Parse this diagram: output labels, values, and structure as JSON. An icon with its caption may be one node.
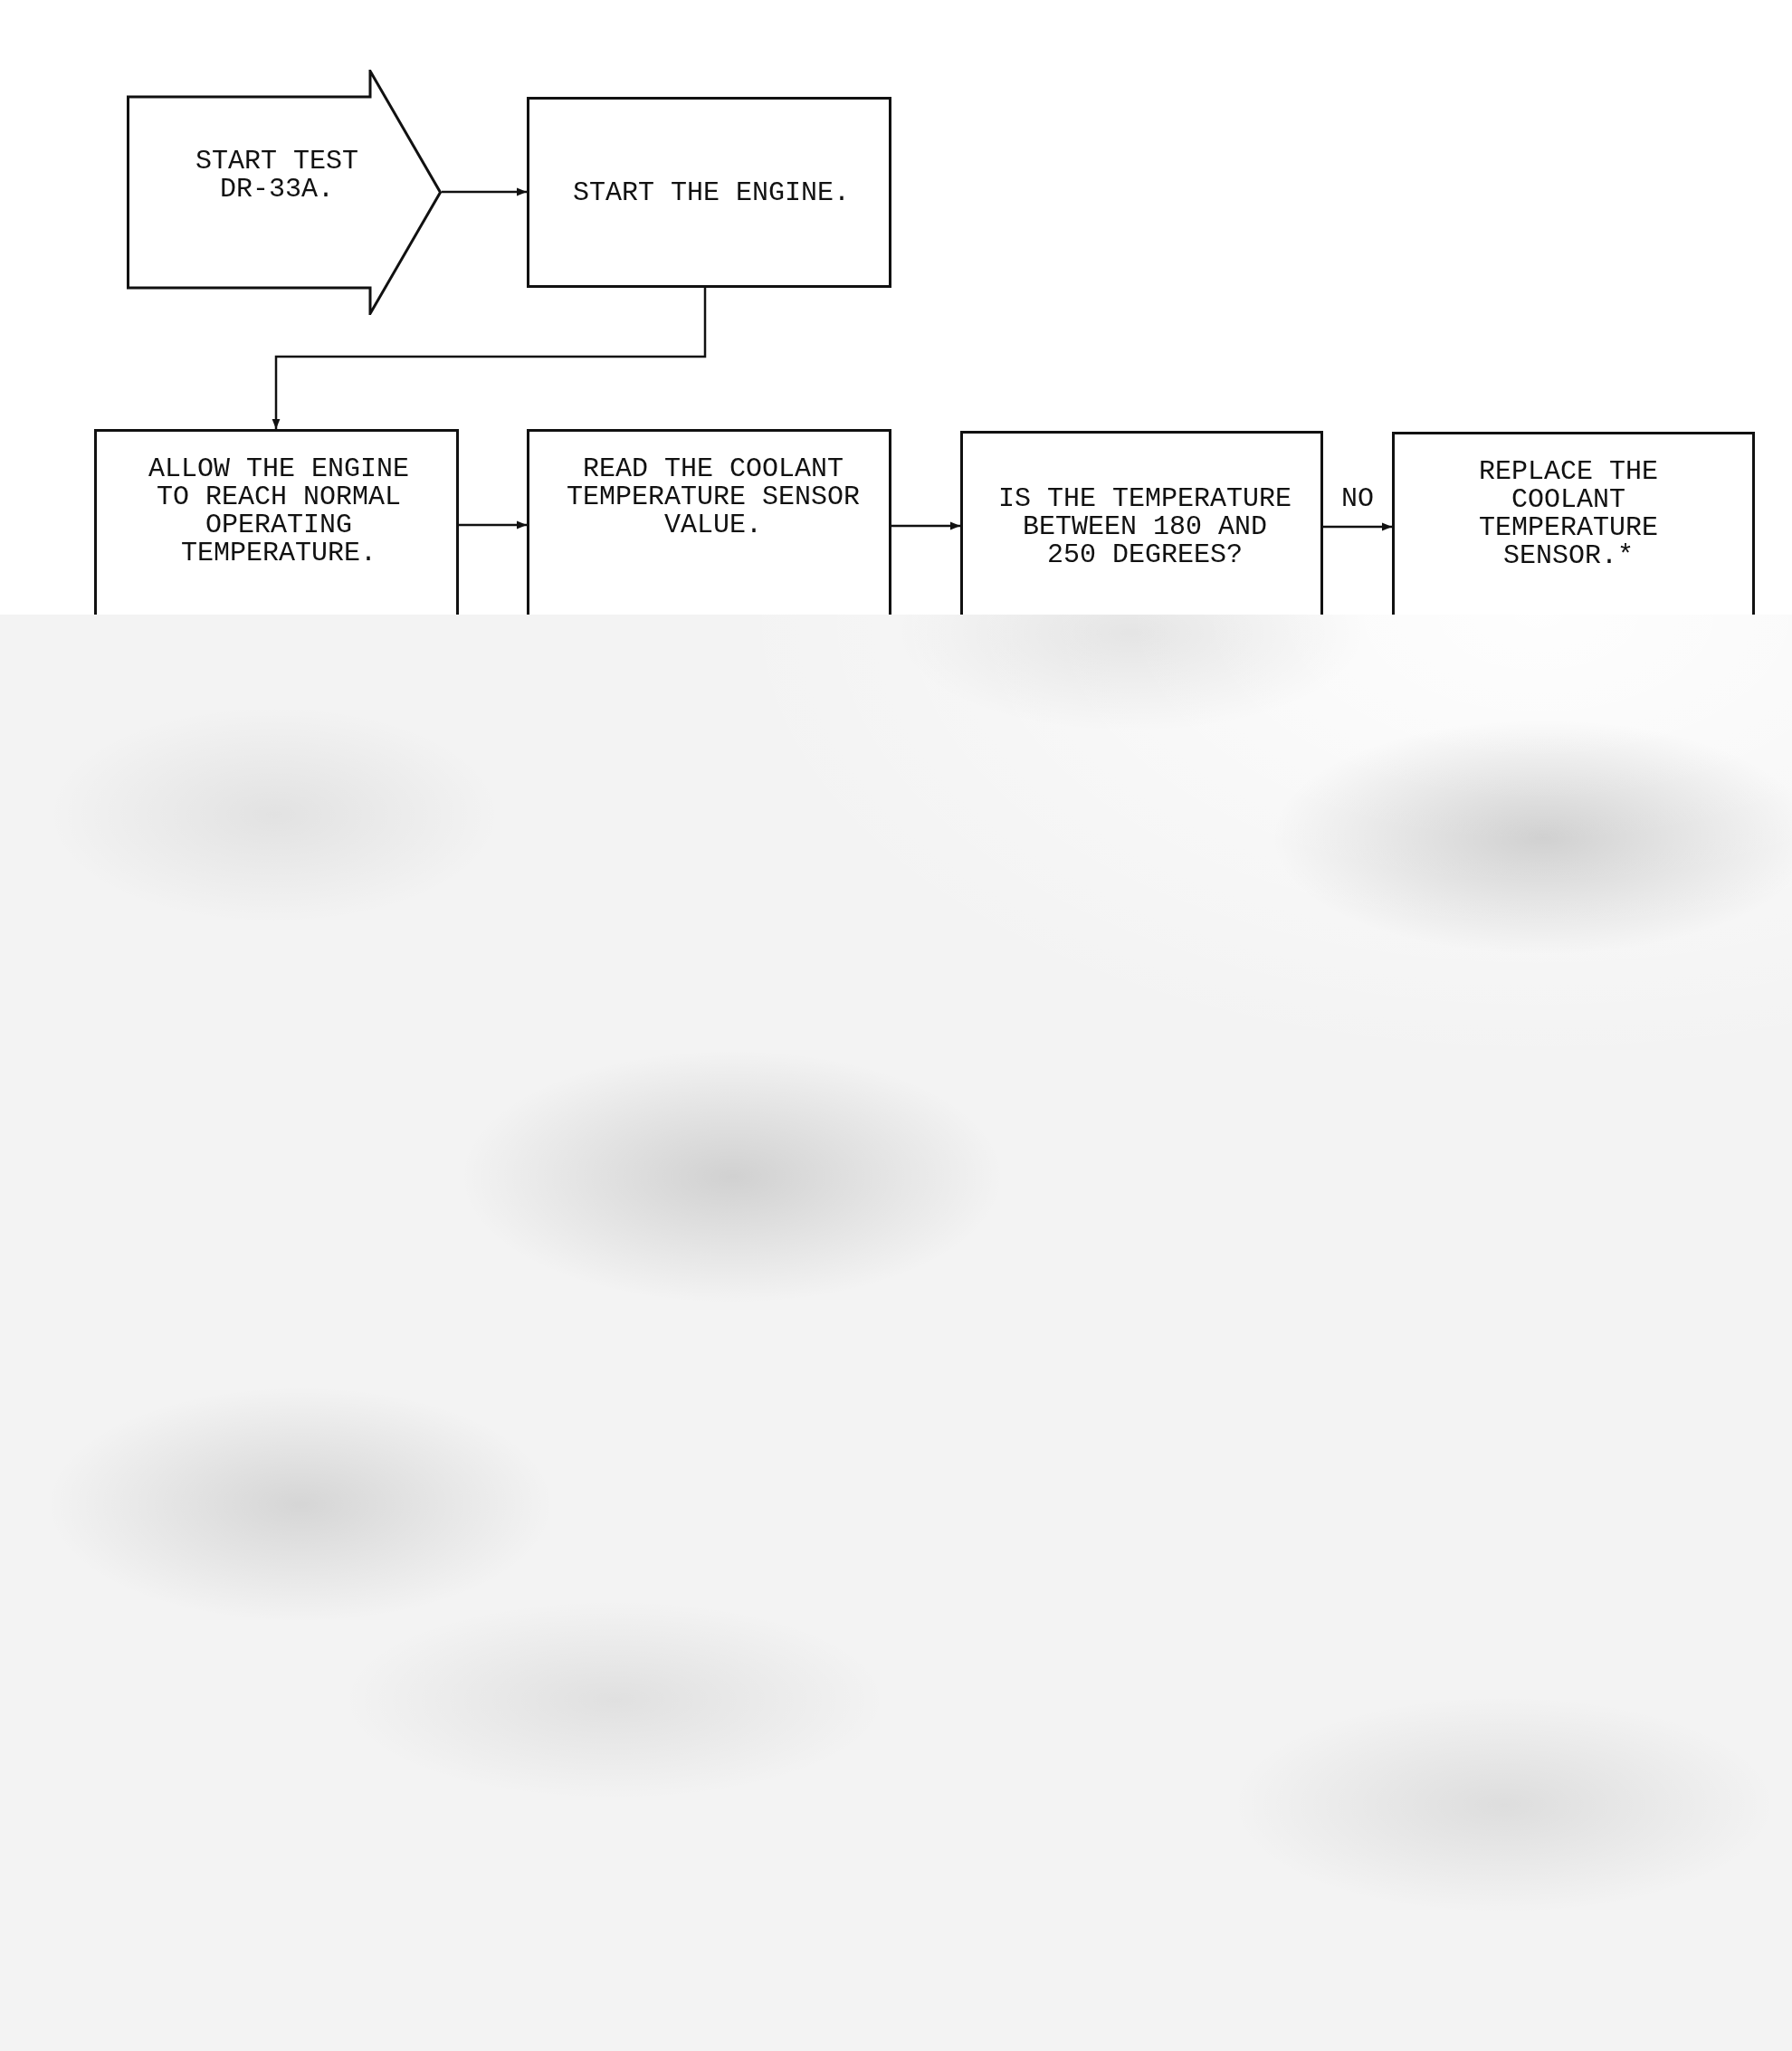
{
  "diagram": {
    "nodes": [
      {
        "text": [
          "START TEST DR-33A."
        ]
      },
      {
        "text": [
          "START THE ENGINE."
        ]
      },
      {
        "text": [
          "ALLOW THE ENGINE TO REACH NORMAL OPERATING TEMPERATURE."
        ]
      },
      {
        "text": [
          "READ THE COOLANT TEMPERATURE SENSOR VALUE."
        ]
      },
      {
        "text": [
          "IS THE TEMPERATURE BETWEEN 180 AND 250 DEGREES?"
        ]
      },
      {
        "text": [
          "REPLACE THE COOLANT TEMPERATURE SENSOR.*"
        ]
      }
    ],
    "edges": [
      {
        "from": 0,
        "to": 1,
        "arrow": "to"
      },
      {
        "from": 1,
        "to": 2,
        "arrow": "to"
      },
      {
        "from": 2,
        "to": 3,
        "arrow": "to"
      },
      {
        "from": 3,
        "to": 4,
        "arrow": "to"
      },
      {
        "from": 4,
        "to": 5,
        "arrow": "to",
        "label": "NO"
      }
    ]
  }
}
